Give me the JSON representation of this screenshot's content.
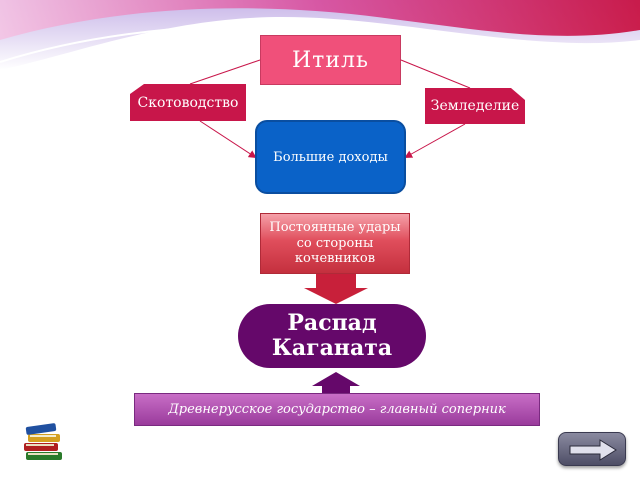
{
  "nodes": {
    "itil": "Итиль",
    "cattle": "Скотоводство",
    "farming": "Земледелие",
    "income": "Большие доходы",
    "raids": "Постоянные удары со стороны кочевников",
    "collapse": "Распад Каганата",
    "rus": "Древнерусское государство – главный соперник"
  },
  "icons": {
    "books": "books-icon",
    "next": "next-arrow-icon"
  },
  "colors": {
    "itil": "#f0507a",
    "cattle_farming": "#c8164a",
    "income": "#0a62c8",
    "raids": "#e04e5c",
    "collapse": "#65086a",
    "rus": "#b052b0",
    "header_swoosh": "#c80a6a"
  }
}
